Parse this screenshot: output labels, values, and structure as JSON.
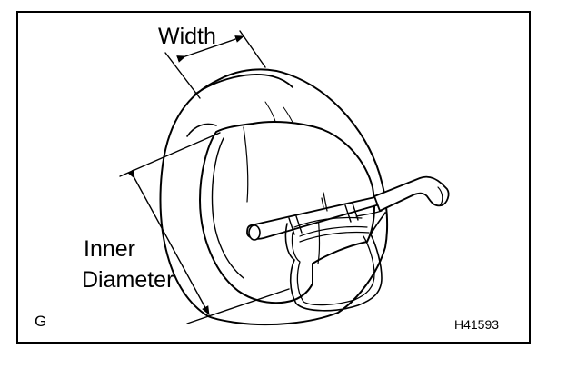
{
  "labels": {
    "width": "Width",
    "inner_line1": "Inner",
    "inner_line2": "Diameter",
    "view_letter": "G",
    "figure_code": "H41593"
  },
  "colors": {
    "line": "#000000",
    "background": "#ffffff"
  }
}
